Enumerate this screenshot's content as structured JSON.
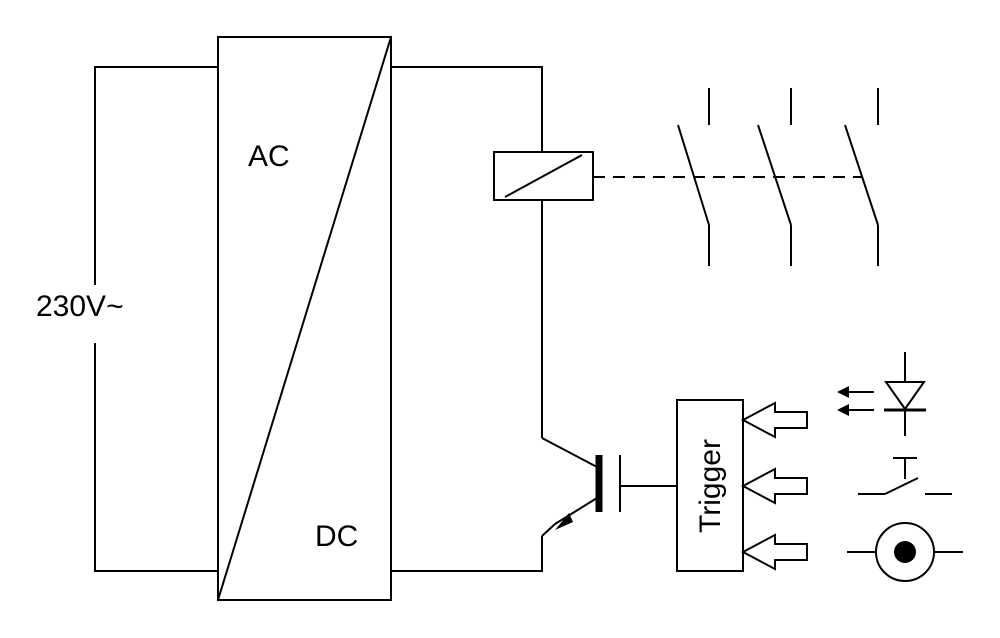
{
  "labels": {
    "ac": "AC",
    "dc": "DC",
    "supply": "230V~",
    "trigger": "Trigger"
  },
  "colors": {
    "line": "#000000",
    "background": "#ffffff"
  },
  "icons": {
    "relay_coil": "relay-coil-icon",
    "contacts": "three-pole-contact-icon",
    "transistor": "igbt-transistor-icon",
    "photodiode": "light-emitting-diode-icon",
    "switch": "push-button-switch-icon",
    "sensor": "coaxial-sensor-icon"
  }
}
